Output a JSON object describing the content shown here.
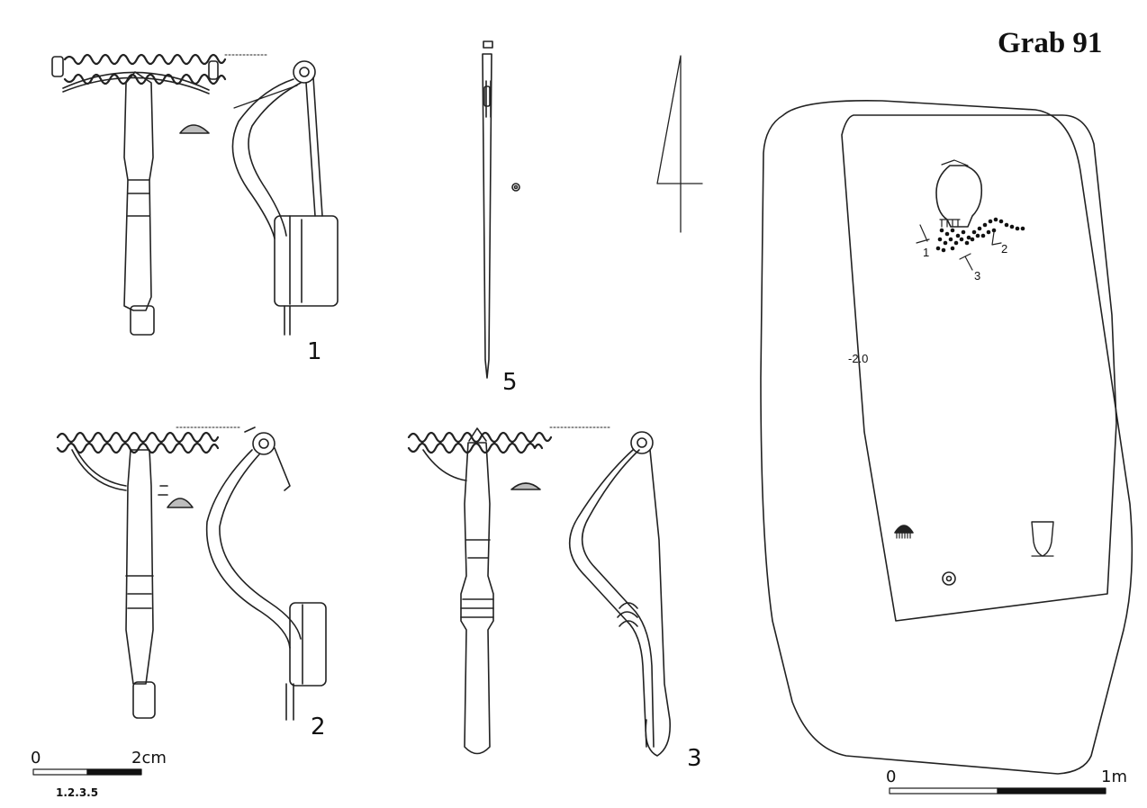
{
  "plate": {
    "title": "Grab 91"
  },
  "objects": {
    "fibula_1": "1",
    "fibula_2": "2",
    "fibula_3": "3",
    "needle_5": "5"
  },
  "scale_small": {
    "start": "0",
    "end": "2cm",
    "applies_to": "1.2.3.5"
  },
  "grave_plan": {
    "depth": "-2.0",
    "find_labels": [
      "1",
      "2",
      "3"
    ],
    "scale_start": "0",
    "scale_end": "1m"
  },
  "icons": [
    "fibula-drawing",
    "needle-drawing",
    "grave-outline",
    "skull-outline",
    "bead-string",
    "comb-symbol",
    "vessel-symbol",
    "spindle-whorl-symbol"
  ]
}
